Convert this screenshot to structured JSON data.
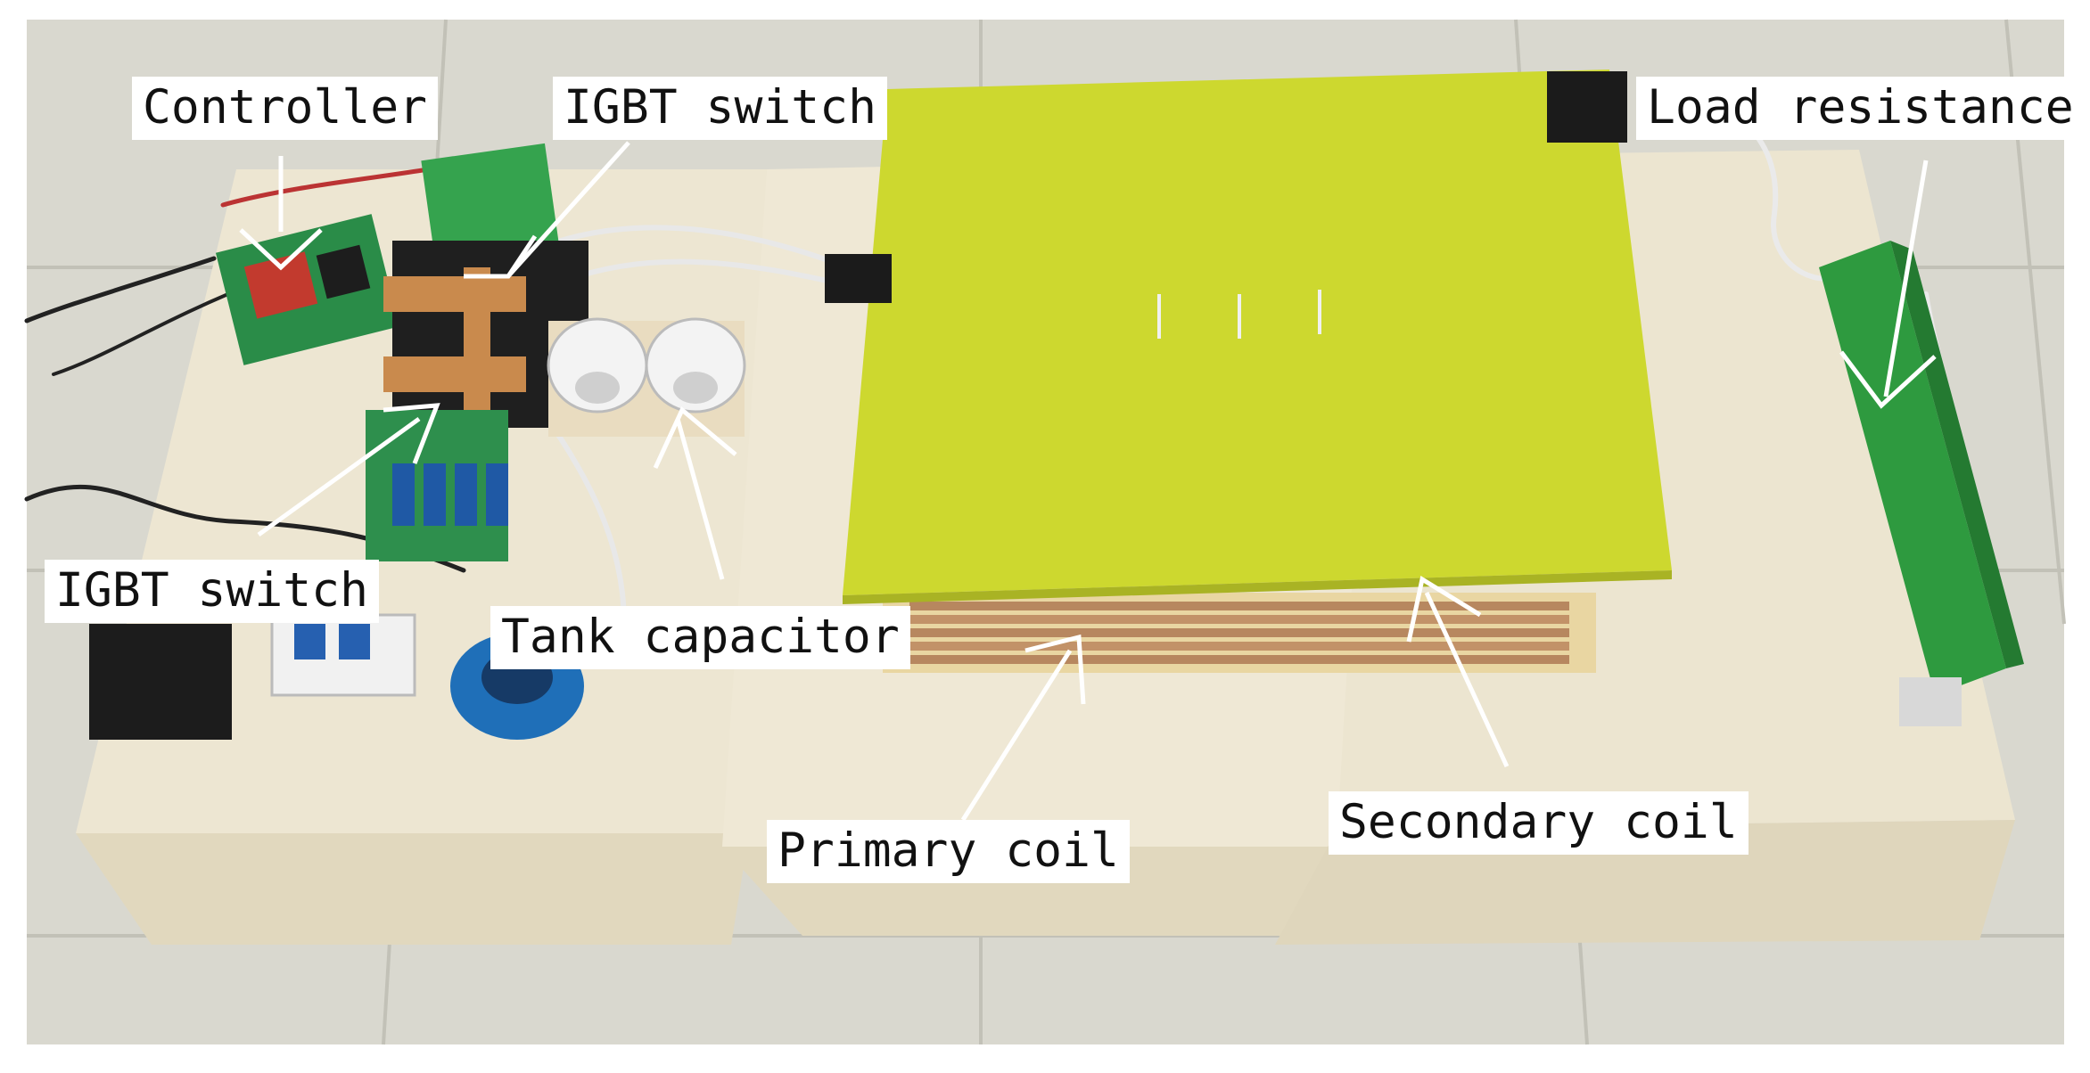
{
  "labels": {
    "controller": "Controller",
    "igbt_switch_top": "IGBT switch",
    "igbt_switch_bottom": "IGBT switch",
    "tank_capacitor": "Tank capacitor",
    "load_resistance": "Load resistance",
    "primary_coil": "Primary coil",
    "secondary_coil": "Secondary coil"
  },
  "colors": {
    "background_tile": "#dcdbd3",
    "table": "#ebe3cd",
    "secondary_board": "#cfd930",
    "pcb_green": "#2f9a49",
    "resistor_green": "#2f9a3c",
    "coil_copper": "#b5845c",
    "label_bg": "#ffffff",
    "arrow": "#ffffff"
  }
}
